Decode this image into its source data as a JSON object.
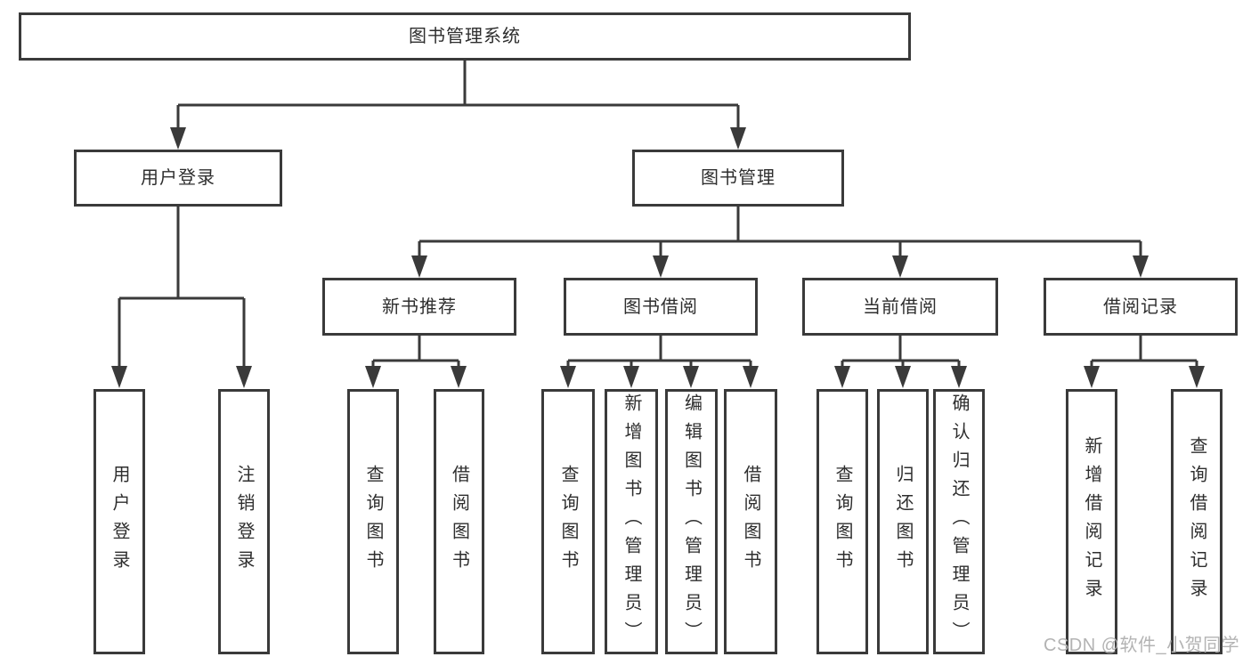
{
  "diagram": {
    "root": {
      "label": "图书管理系统"
    },
    "branches": [
      {
        "label": "用户登录",
        "children": [
          {
            "label": "用户登录"
          },
          {
            "label": "注销登录"
          }
        ]
      },
      {
        "label": "图书管理",
        "children": [
          {
            "label": "新书推荐",
            "children": [
              {
                "label": "查询图书"
              },
              {
                "label": "借阅图书"
              }
            ]
          },
          {
            "label": "图书借阅",
            "children": [
              {
                "label": "查询图书"
              },
              {
                "label": "新增图书（管理员）"
              },
              {
                "label": "编辑图书（管理员）"
              },
              {
                "label": "借阅图书"
              }
            ]
          },
          {
            "label": "当前借阅",
            "children": [
              {
                "label": "查询图书"
              },
              {
                "label": "归还图书"
              },
              {
                "label": "确认归还（管理员）"
              }
            ]
          },
          {
            "label": "借阅记录",
            "children": [
              {
                "label": "新增借阅记录"
              },
              {
                "label": "查询借阅记录"
              }
            ]
          }
        ]
      }
    ]
  },
  "watermark": {
    "text": "CSDN @软件_小贺同学"
  },
  "colors": {
    "line": "#3a3a3a",
    "text": "#2e2e2e",
    "watermark": "#b3b3b3",
    "background": "#ffffff"
  }
}
